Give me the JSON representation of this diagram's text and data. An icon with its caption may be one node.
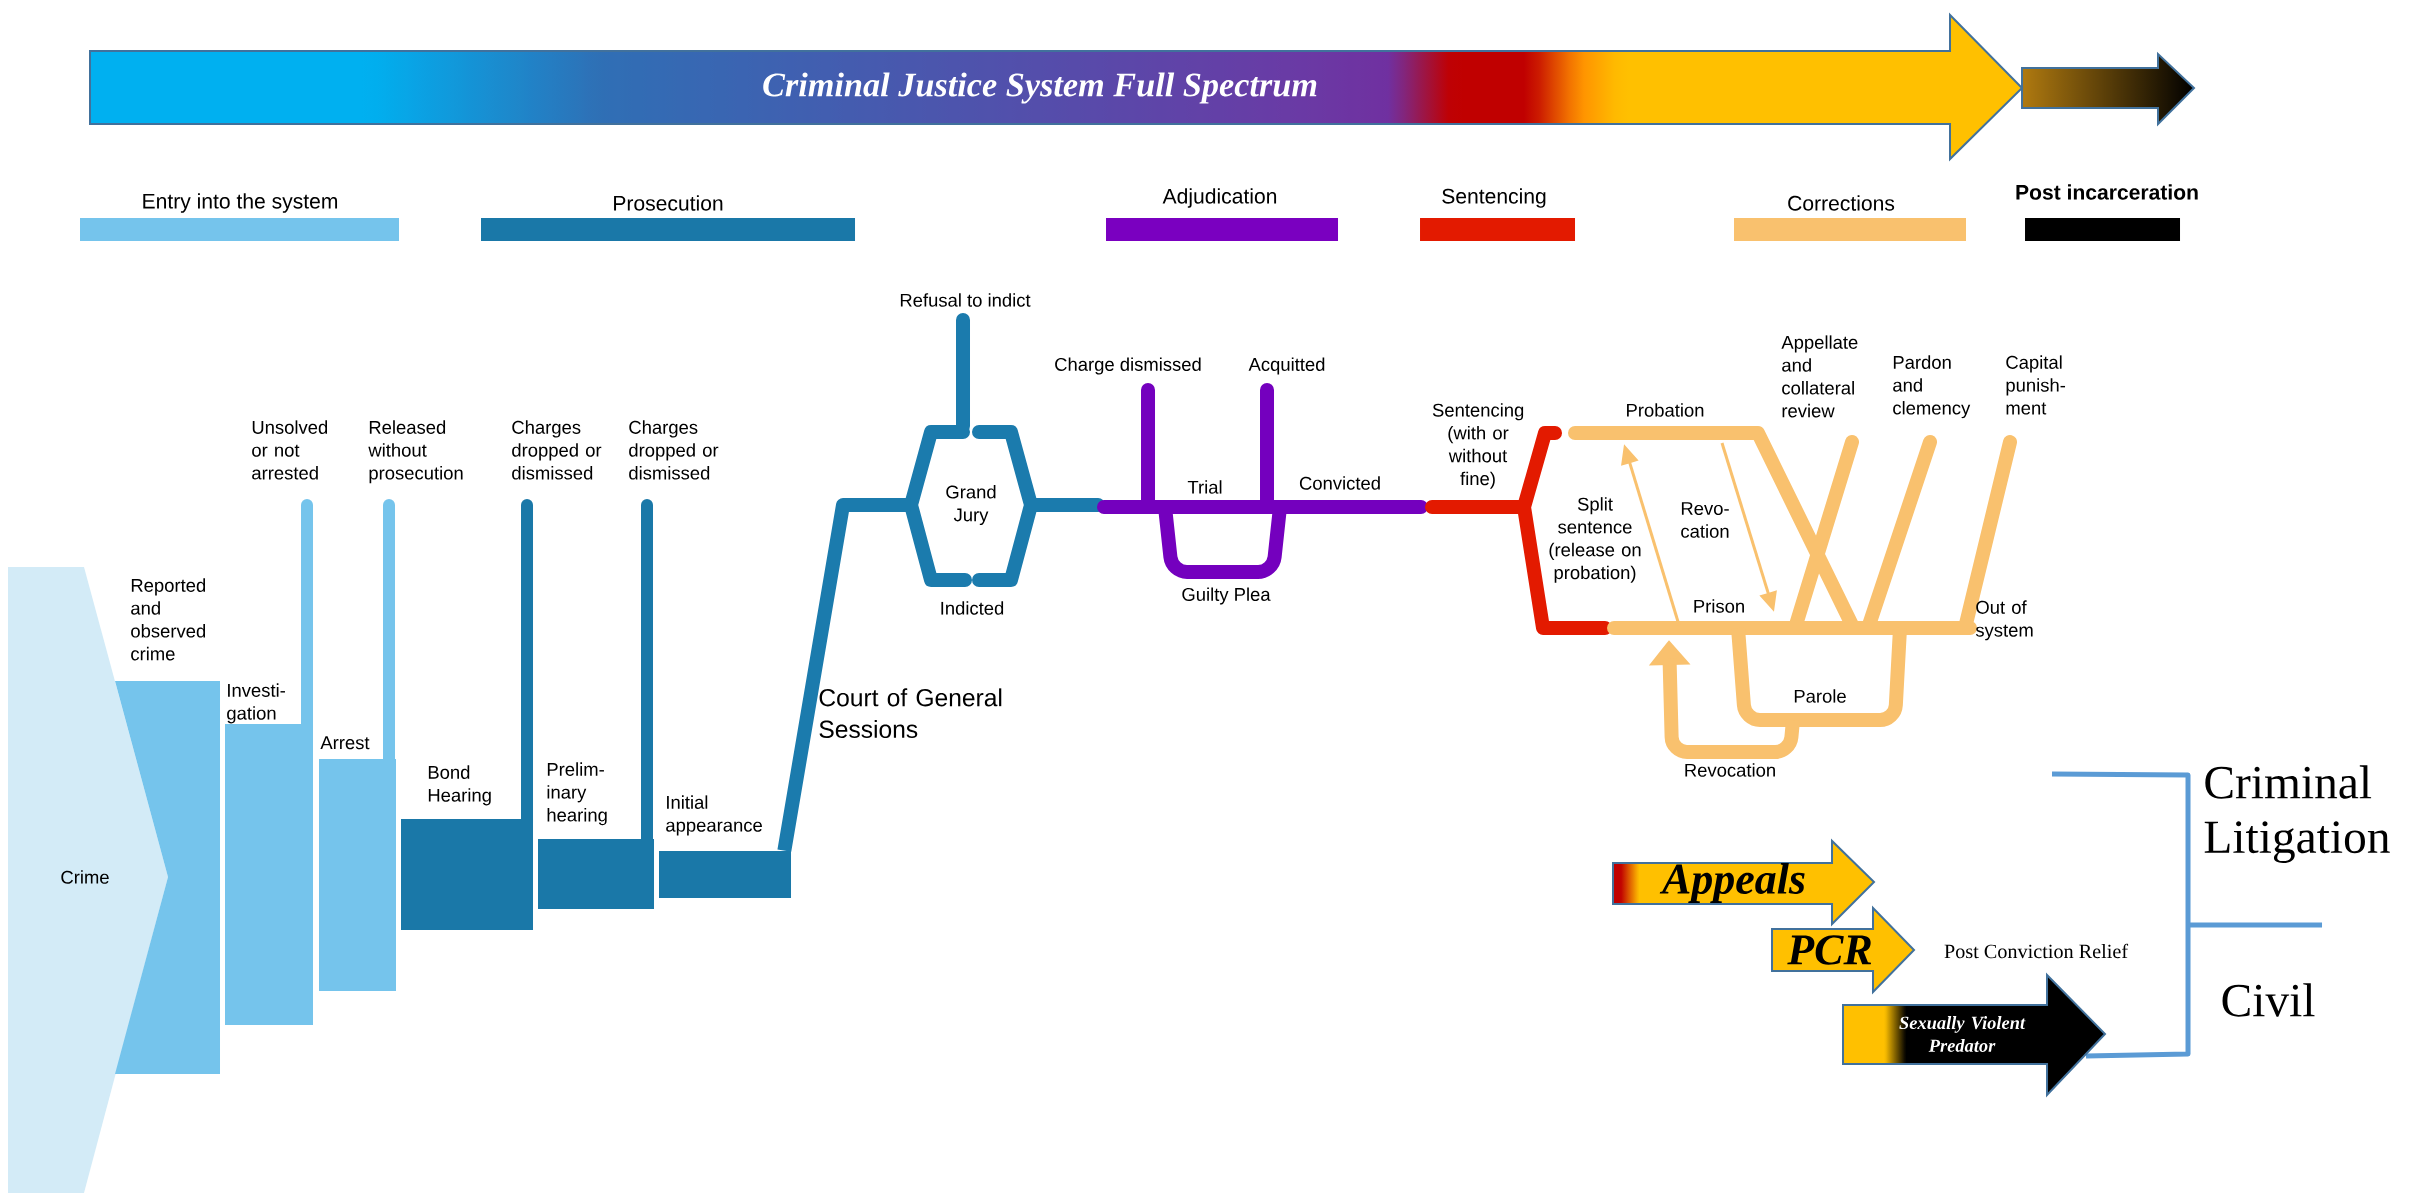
{
  "diagram": {
    "nodes": [
      {
        "text": [
          "Criminal Justice System Full Spectrum"
        ]
      },
      {
        "text": [
          "Crime"
        ]
      },
      {
        "text": [
          "Reported and observed crime"
        ]
      },
      {
        "text": [
          "Investi- gation"
        ]
      },
      {
        "text": [
          "Arrest"
        ]
      },
      {
        "text": [
          "Bond Hearing"
        ]
      },
      {
        "text": [
          "Prelim- inary hearing"
        ]
      },
      {
        "text": [
          "Initial appearance"
        ]
      },
      {
        "text": [
          "Grand Jury"
        ]
      },
      {
        "text": [
          "Appeals"
        ]
      },
      {
        "text": [
          "PCR"
        ]
      },
      {
        "text": [
          "Sexually Violent Predator"
        ]
      }
    ],
    "edges": [
      {
        "from": 7,
        "to": 8,
        "arrow": "none"
      }
    ],
    "labels": [
      "Unsolved or not arrested",
      "Released without prosecution",
      "Charges dropped or dismissed",
      "Charges dropped or dismissed",
      "Court of General Sessions",
      "Refusal to indict",
      "Indicted",
      "Charge dismissed",
      "Acquitted",
      "Trial",
      "Convicted",
      "Guilty Plea",
      "Sentencing (with or without fine)",
      "Probation",
      "Appellate and collateral review",
      "Pardon and clemency",
      "Capital punish- ment",
      "Split sentence (release on probation)",
      "Revo- cation",
      "Prison",
      "Out of system",
      "Parole",
      "Revocation",
      "Post Conviction Relief",
      "Criminal Litigation",
      "Civil"
    ],
    "legend": [
      {
        "text": "Entry into the system",
        "color": "#75c4ec"
      },
      {
        "text": "Prosecution",
        "color": "#1a78a8"
      },
      {
        "text": "Adjudication",
        "color": "#7a00c0"
      },
      {
        "text": "Sentencing",
        "color": "#e31a00"
      },
      {
        "text": "Corrections",
        "color": "#f9c16e"
      },
      {
        "text": "Post incarceration",
        "color": "#000000"
      }
    ]
  }
}
